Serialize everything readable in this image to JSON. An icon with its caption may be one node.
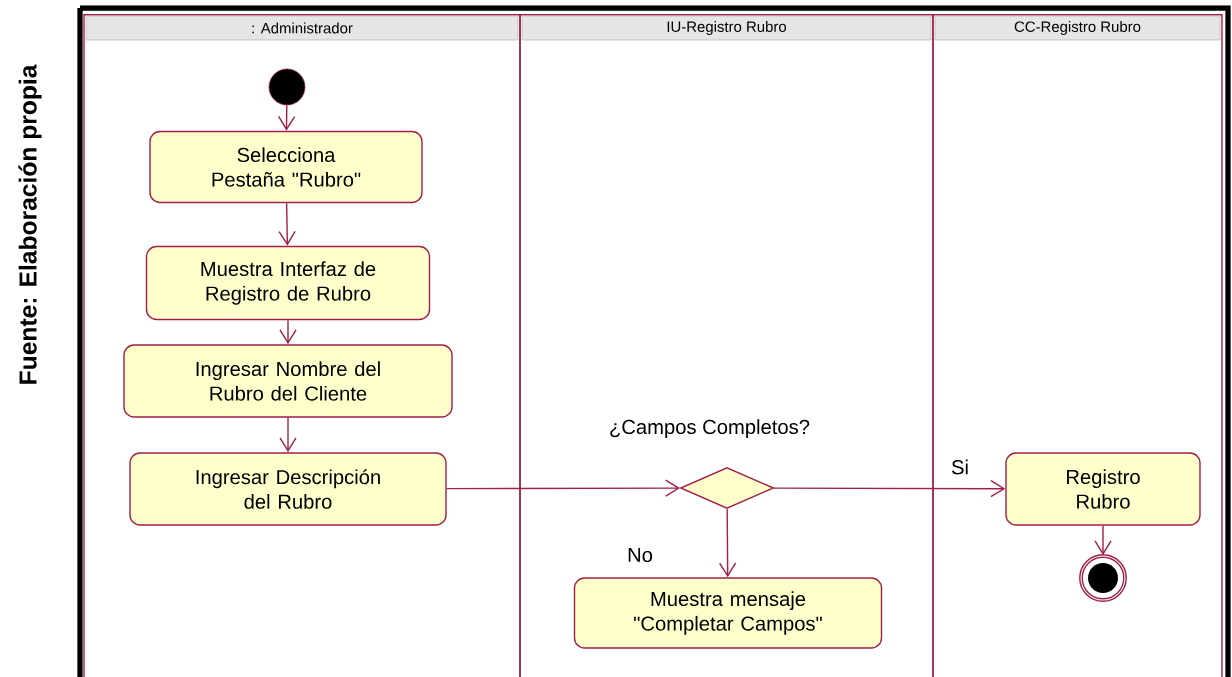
{
  "diagram": {
    "nodes": [
      {
        "text": [
          ": Administrador"
        ]
      },
      {
        "text": [
          "IU-Registro Rubro"
        ]
      },
      {
        "text": [
          "CC-Registro Rubro"
        ]
      },
      {
        "text": [],
        "shape": "circle",
        "in": 0
      },
      {
        "text": [
          "Selecciona Pestaña \"Rubro\""
        ],
        "in": 0
      },
      {
        "text": [
          "Muestra Interfaz de Registro de Rubro"
        ],
        "in": 0
      },
      {
        "text": [
          "Ingresar Nombre del Rubro del Cliente"
        ],
        "in": 0
      },
      {
        "text": [
          "Ingresar Descripción del Rubro"
        ],
        "in": 0
      },
      {
        "text": [
          "¿Campos Completos?"
        ],
        "in": 1
      },
      {
        "text": [
          "Registro Rubro"
        ],
        "in": 2
      },
      {
        "text": [
          "Muestra mensaje \"Completar Campos\""
        ],
        "in": 1
      },
      {
        "text": [],
        "shape": "circle",
        "in": 2
      }
    ],
    "edges": [
      {
        "from": 3,
        "to": 4,
        "arrow": "to"
      },
      {
        "from": 4,
        "to": 5,
        "arrow": "to"
      },
      {
        "from": 5,
        "to": 6,
        "arrow": "to"
      },
      {
        "from": 6,
        "to": 7,
        "arrow": "to"
      },
      {
        "from": 7,
        "to": 8,
        "arrow": "to"
      },
      {
        "from": 8,
        "to": 9,
        "arrow": "to",
        "label": "Si"
      },
      {
        "from": 8,
        "to": 10,
        "arrow": "to",
        "label": "No"
      },
      {
        "from": 9,
        "to": 11,
        "arrow": "to"
      }
    ],
    "labels": [
      "Fuente: Elaboración propia"
    ]
  }
}
